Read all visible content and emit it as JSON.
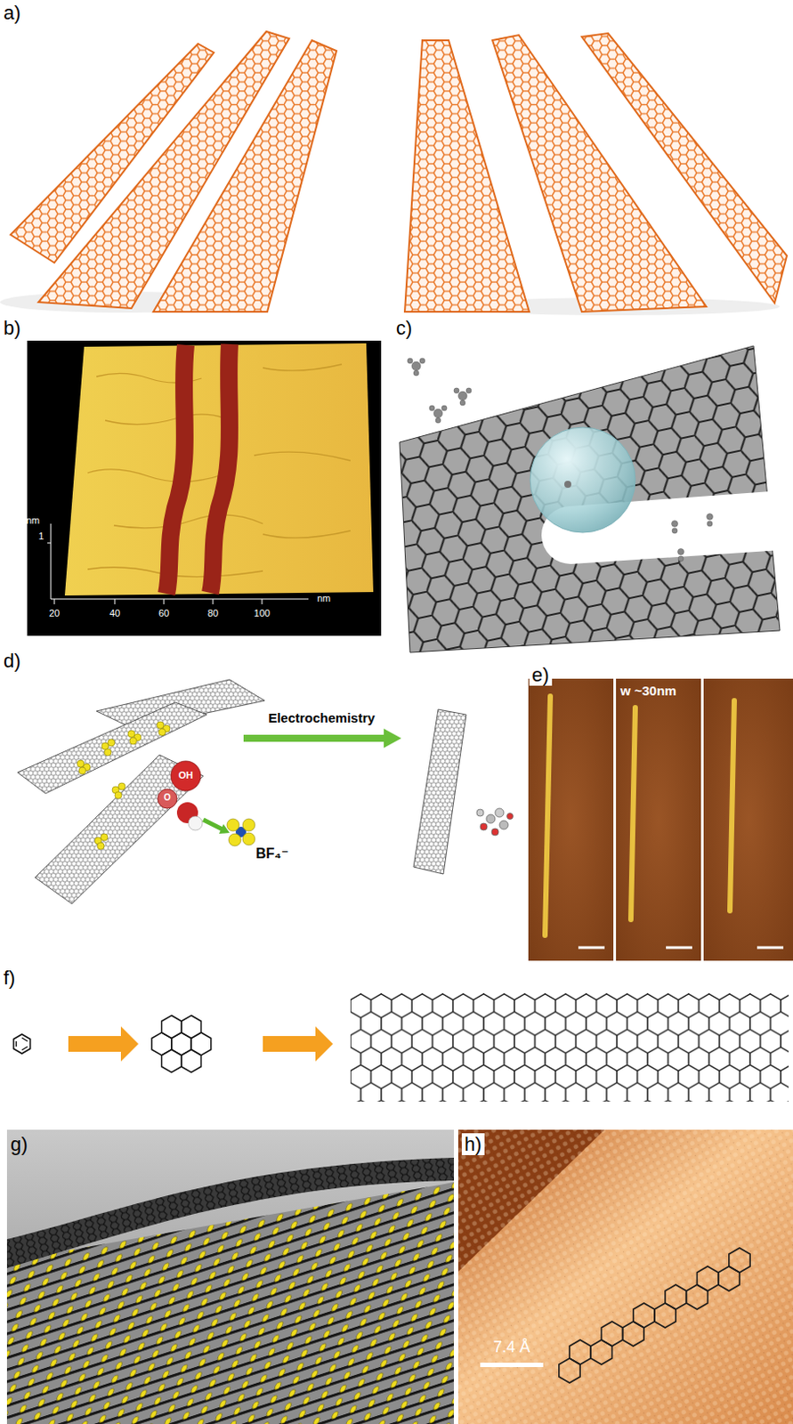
{
  "diagram": {
    "labels": [
      "a)",
      "b)",
      "nm",
      "1",
      "20",
      "40",
      "60",
      "80",
      "100",
      "nm",
      "c)",
      "d)",
      "OH",
      "O",
      "BF₄⁻",
      "Electrochemistry",
      "e)",
      "w ~30nm",
      "f)",
      "g)",
      "h)",
      "7.4 Å"
    ]
  }
}
